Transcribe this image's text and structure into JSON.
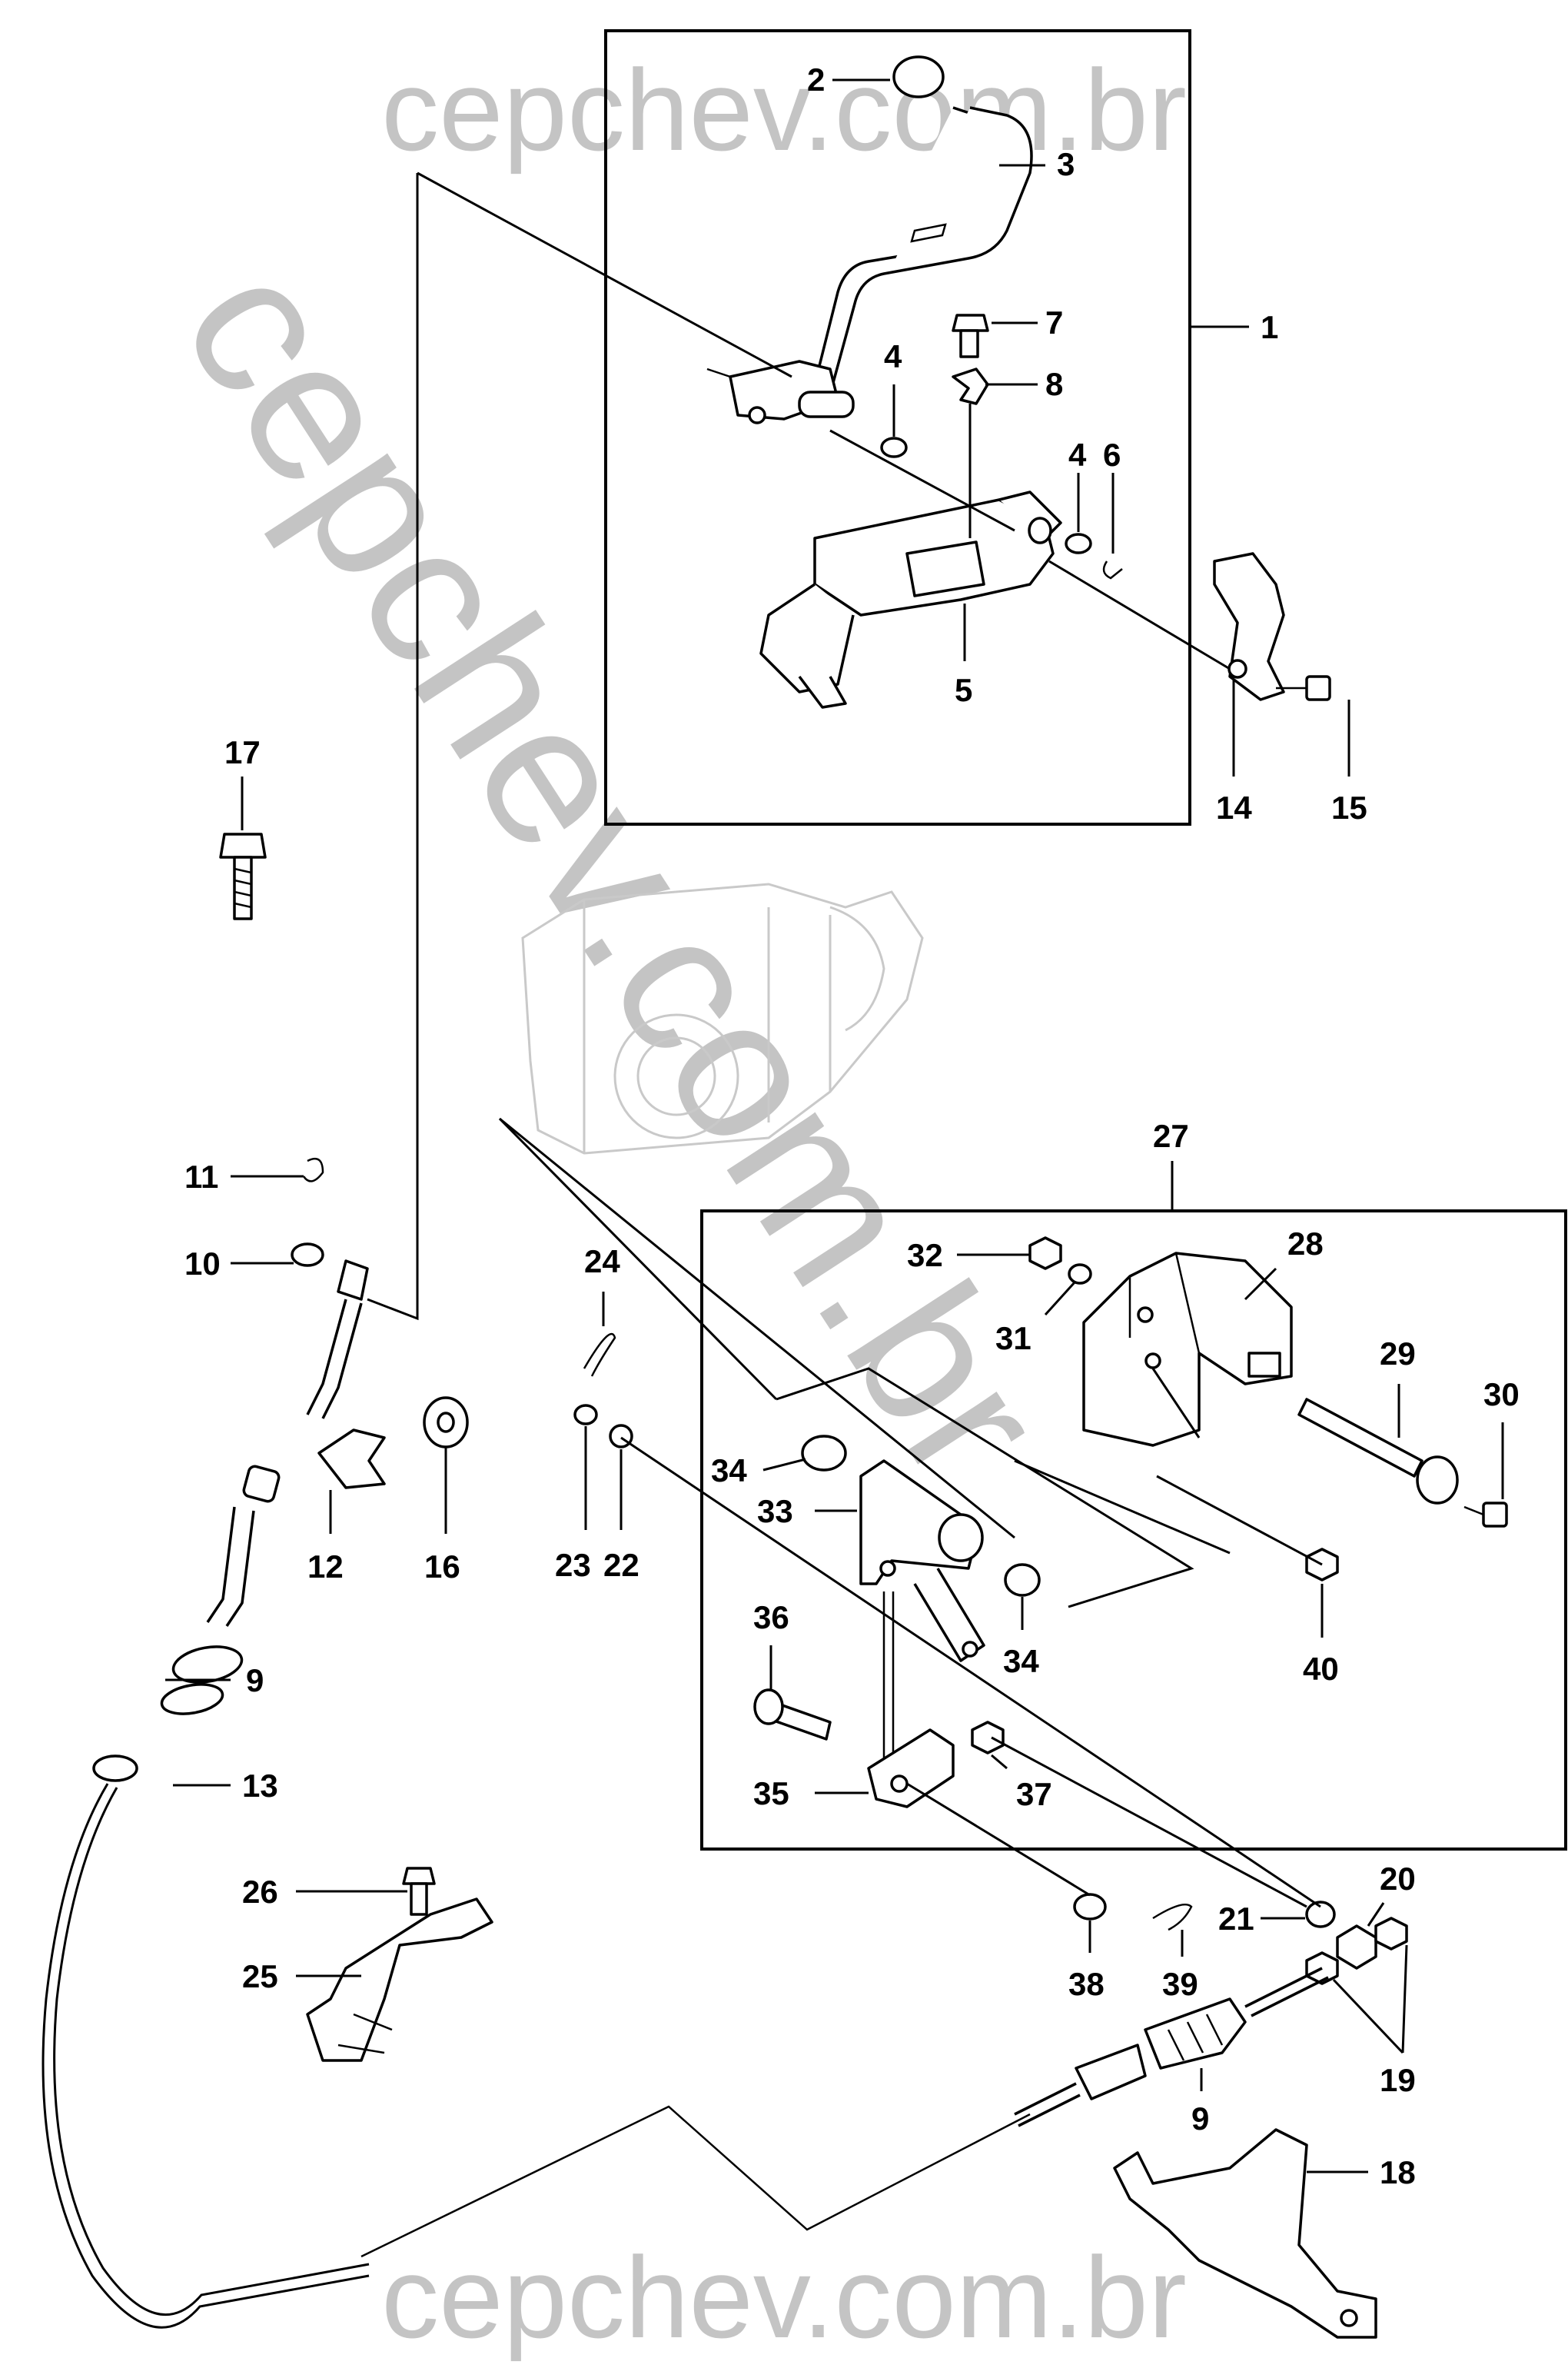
{
  "watermarks": {
    "top": "cepchev.com.br",
    "bottom": "cepchev.com.br",
    "diagonal": "cepchev.com.br"
  },
  "callouts": [
    {
      "id": "c1",
      "text": "1"
    },
    {
      "id": "c2",
      "text": "2"
    },
    {
      "id": "c3",
      "text": "3"
    },
    {
      "id": "c4a",
      "text": "4"
    },
    {
      "id": "c4b",
      "text": "4"
    },
    {
      "id": "c5",
      "text": "5"
    },
    {
      "id": "c6",
      "text": "6"
    },
    {
      "id": "c7",
      "text": "7"
    },
    {
      "id": "c8",
      "text": "8"
    },
    {
      "id": "c9a",
      "text": "9"
    },
    {
      "id": "c9b",
      "text": "9"
    },
    {
      "id": "c10",
      "text": "10"
    },
    {
      "id": "c11",
      "text": "11"
    },
    {
      "id": "c12",
      "text": "12"
    },
    {
      "id": "c13",
      "text": "13"
    },
    {
      "id": "c14",
      "text": "14"
    },
    {
      "id": "c15",
      "text": "15"
    },
    {
      "id": "c16",
      "text": "16"
    },
    {
      "id": "c17",
      "text": "17"
    },
    {
      "id": "c18",
      "text": "18"
    },
    {
      "id": "c19",
      "text": "19"
    },
    {
      "id": "c20",
      "text": "20"
    },
    {
      "id": "c21",
      "text": "21"
    },
    {
      "id": "c22",
      "text": "22"
    },
    {
      "id": "c23",
      "text": "23"
    },
    {
      "id": "c24",
      "text": "24"
    },
    {
      "id": "c25",
      "text": "25"
    },
    {
      "id": "c26",
      "text": "26"
    },
    {
      "id": "c27",
      "text": "27"
    },
    {
      "id": "c28",
      "text": "28"
    },
    {
      "id": "c29",
      "text": "29"
    },
    {
      "id": "c30",
      "text": "30"
    },
    {
      "id": "c31",
      "text": "31"
    },
    {
      "id": "c32",
      "text": "32"
    },
    {
      "id": "c33",
      "text": "33"
    },
    {
      "id": "c34a",
      "text": "34"
    },
    {
      "id": "c34b",
      "text": "34"
    },
    {
      "id": "c35",
      "text": "35"
    },
    {
      "id": "c36",
      "text": "36"
    },
    {
      "id": "c37",
      "text": "37"
    },
    {
      "id": "c38",
      "text": "38"
    },
    {
      "id": "c39",
      "text": "39"
    },
    {
      "id": "c40",
      "text": "40"
    }
  ]
}
